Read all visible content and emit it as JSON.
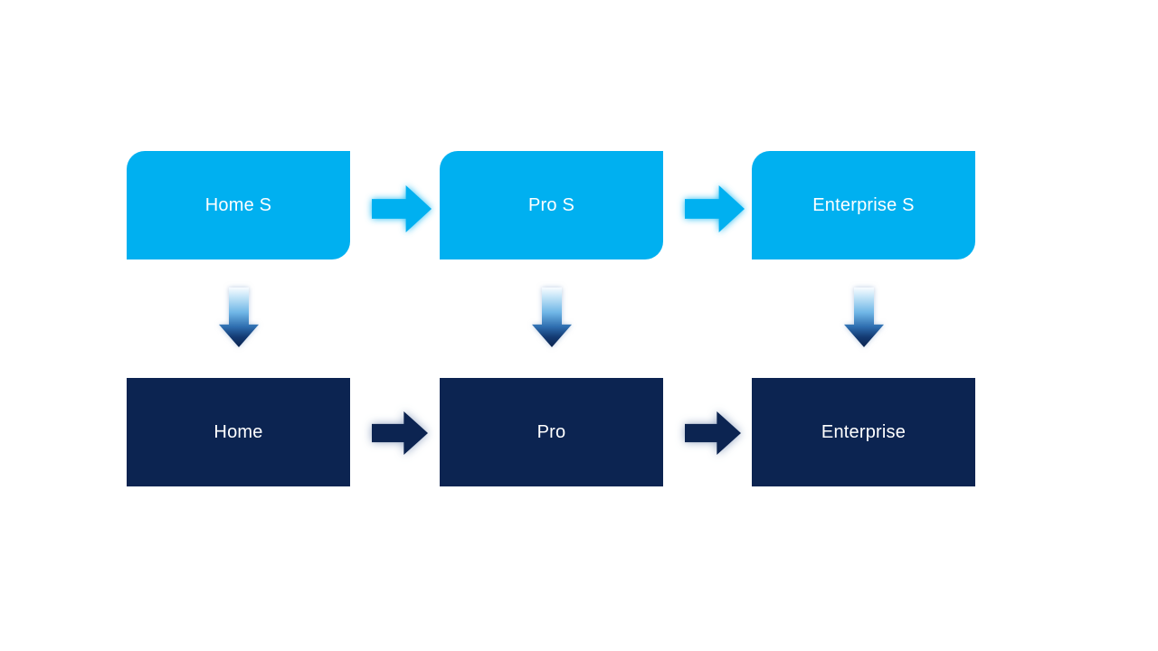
{
  "slide": {
    "background": "#FFFFFF",
    "type": "process-upgrade-diagram"
  },
  "colors": {
    "top_box_fill": "#00B0F0",
    "bottom_box_fill": "#0C2451",
    "label_text": "#FFFFFF",
    "top_arrow_fill": "#00B0F0",
    "top_arrow_glow": "#7FD4F7",
    "bottom_arrow_fill": "#0C2451",
    "bottom_arrow_glow": "#8FA3C4",
    "down_arrow_gradient_top": "#F8FCFF",
    "down_arrow_gradient_mid": "#6FB6E6",
    "down_arrow_gradient_bottom": "#0B2450"
  },
  "top_row": {
    "boxes": [
      {
        "label": "Home S"
      },
      {
        "label": "Pro S"
      },
      {
        "label": "Enterprise S"
      }
    ]
  },
  "bottom_row": {
    "boxes": [
      {
        "label": "Home"
      },
      {
        "label": "Pro"
      },
      {
        "label": "Enterprise"
      }
    ]
  }
}
